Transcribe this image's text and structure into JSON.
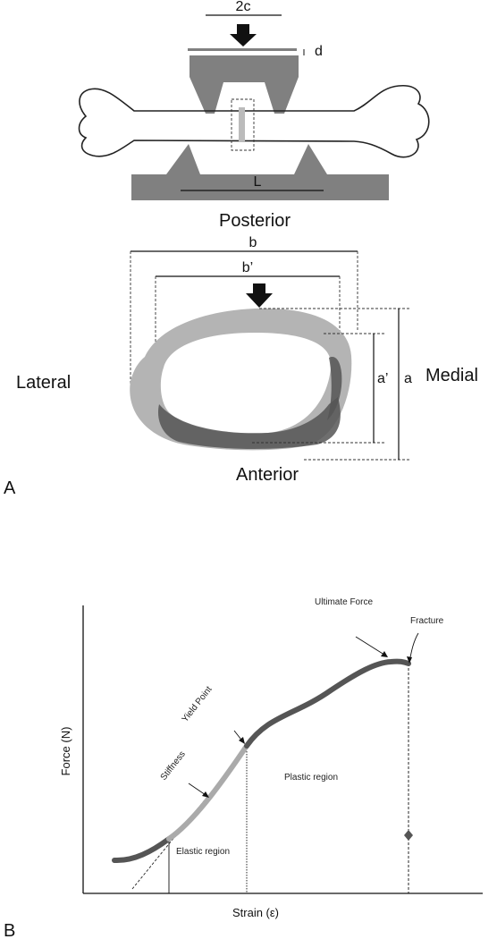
{
  "panel_a": {
    "letter": "A",
    "dim_2c": "2c",
    "dim_d": "d",
    "dim_L": "L",
    "posterior": "Posterior",
    "anterior": "Anterior",
    "lateral": "Lateral",
    "medial": "Medial",
    "dim_b": "b",
    "dim_b_prime": "b’",
    "dim_a": "a",
    "dim_a_prime": "a’"
  },
  "panel_b": {
    "letter": "B",
    "ylabel": "Force (N)",
    "xlabel": "Strain (ε)",
    "annotations": {
      "ultimate_force": "Ultimate Force",
      "fracture": "Fracture",
      "yield_point": "Yield Point",
      "stiffness": "Stiffness",
      "plastic_region": "Plastic region",
      "elastic_region": "Elastic region"
    }
  },
  "colors": {
    "fixture": "#808080",
    "bone_light": "#b4b4b4",
    "bone_dark": "#555555",
    "curve_dark": "#555555",
    "curve_light": "#aaaaaa"
  }
}
